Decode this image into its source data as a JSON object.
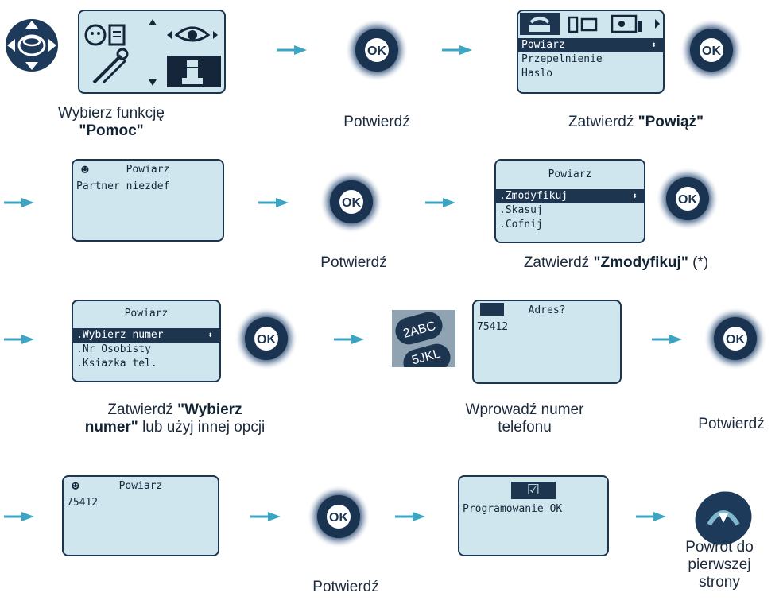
{
  "row1": {
    "caption1_line1": "Wybierz funkcję",
    "caption1_bold": "\"Pomoc\"",
    "caption2": "Potwierdź",
    "caption3_pre": "Zatwierdź ",
    "caption3_bold": "\"Powiąż\"",
    "menu_lcd": {
      "items": [
        "Powiarz",
        "Przepelnienie",
        "Haslo"
      ]
    }
  },
  "row2": {
    "lcd1": {
      "title": "Powiarz",
      "line1": "Partner niezdef"
    },
    "caption_confirm": "Potwierdź",
    "lcd2": {
      "title": "Powiarz",
      "items": [
        ".Zmodyfikuj",
        ".Skasuj",
        ".Cofnij"
      ]
    },
    "caption_pre": "Zatwierdź ",
    "caption_bold": "\"Zmodyfikuj\"",
    "caption_post": " (*)"
  },
  "row3": {
    "lcd1": {
      "title": "Powiarz",
      "items": [
        ".Wybierz numer",
        ".Nr Osobisty",
        ".Ksiazka tel."
      ]
    },
    "caption1_pre": "Zatwierdź ",
    "caption1_bold1": "\"Wybierz",
    "caption1_bold2": "numer\"",
    "caption1_post": " lub użyj innej opcji",
    "keypad_keys": [
      "2ABC",
      "5JKL"
    ],
    "lcd2": {
      "title": "Adres?",
      "line1": "75412"
    },
    "caption2_line1": "Wprowadź numer",
    "caption2_line2": "telefonu",
    "caption3": "Potwierdź"
  },
  "row4": {
    "lcd1": {
      "title": "Powiarz",
      "line1": "75412"
    },
    "caption_confirm": "Potwierdź",
    "lcd2": {
      "line1": "Programowanie OK"
    },
    "caption_back_line1": "Powrót do",
    "caption_back_line2": "pierwszej",
    "caption_back_line3": "strony"
  },
  "ok_label": "OK",
  "colors": {
    "arrow": "#3aa6c4",
    "lcd_bg": "#cfe6ee",
    "lcd_border": "#1e3550",
    "button": "#1e3a5a"
  }
}
